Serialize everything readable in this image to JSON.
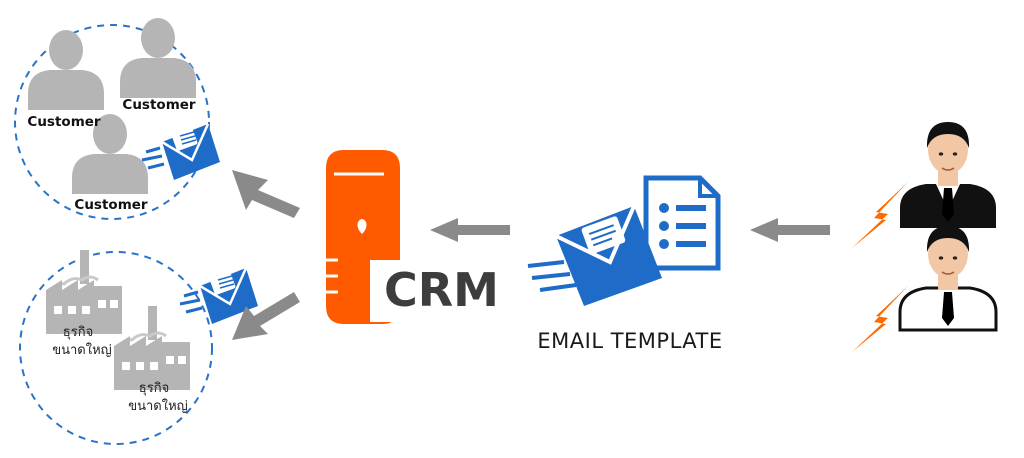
{
  "customers": {
    "labels": [
      "Customer",
      "Customer",
      "Customer"
    ]
  },
  "businesses": {
    "labels": [
      {
        "line1": "ธุรกิจ",
        "line2": "ขนาดใหญ่"
      },
      {
        "line1": "ธุรกิจ",
        "line2": "ขนาดใหญ่"
      }
    ]
  },
  "crm": {
    "label": "CRM"
  },
  "email_template": {
    "label": "EMAIL TEMPLATE"
  },
  "colors": {
    "crm_orange": "#ff5a00",
    "email_blue": "#1e6cc8",
    "arrow_gray": "#8a8a8a",
    "silhouette_gray": "#b5b5b5",
    "dashed_circle": "#2a73c8",
    "lightning_orange": "#ff6a00"
  }
}
